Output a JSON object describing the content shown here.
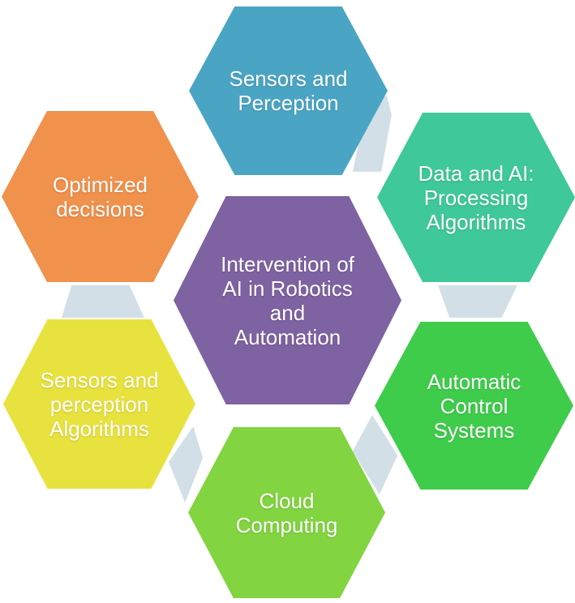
{
  "diagram": {
    "background": "#ffffff",
    "connector_color": "#d3dfe7",
    "center_node": {
      "id": "intervention-of-ai-in-robotics-and-automation",
      "label": "Intervention of AI in Robotics and Automation",
      "lines": [
        "Intervention of",
        "AI in Robotics",
        "and",
        "Automation"
      ],
      "color": "#7e62a2",
      "text_color": "#ffffff",
      "position": "center"
    },
    "outer_nodes": [
      {
        "id": "sensors-and-perception",
        "label": "Sensors and Perception",
        "lines": [
          "Sensors and",
          "Perception"
        ],
        "color": "#4aa5c4",
        "text_color": "#ffffff",
        "position": "top"
      },
      {
        "id": "data-and-ai-processing-algorithms",
        "label": "Data and AI: Processing Algorithms",
        "lines": [
          "Data and AI:",
          "Processing",
          "Algorithms"
        ],
        "color": "#3fc89a",
        "text_color": "#ffffff",
        "position": "top-right"
      },
      {
        "id": "automatic-control-systems",
        "label": "Automatic Control Systems",
        "lines": [
          "Automatic",
          "Control",
          "Systems"
        ],
        "color": "#3fcc4b",
        "text_color": "#ffffff",
        "position": "bottom-right"
      },
      {
        "id": "cloud-computing",
        "label": "Cloud Computing",
        "lines": [
          "Cloud",
          "Computing"
        ],
        "color": "#82d440",
        "text_color": "#ffffff",
        "position": "bottom"
      },
      {
        "id": "sensors-and-perception-algorithms",
        "label": "Sensors and perception Algorithms",
        "lines": [
          "Sensors and",
          "perception",
          "Algorithms"
        ],
        "color": "#e8e23e",
        "text_color": "#ffffff",
        "position": "bottom-left"
      },
      {
        "id": "optimized-decisions",
        "label": "Optimized decisions",
        "lines": [
          "Optimized",
          "decisions"
        ],
        "color": "#f0914c",
        "text_color": "#ffffff",
        "position": "top-left"
      }
    ]
  }
}
